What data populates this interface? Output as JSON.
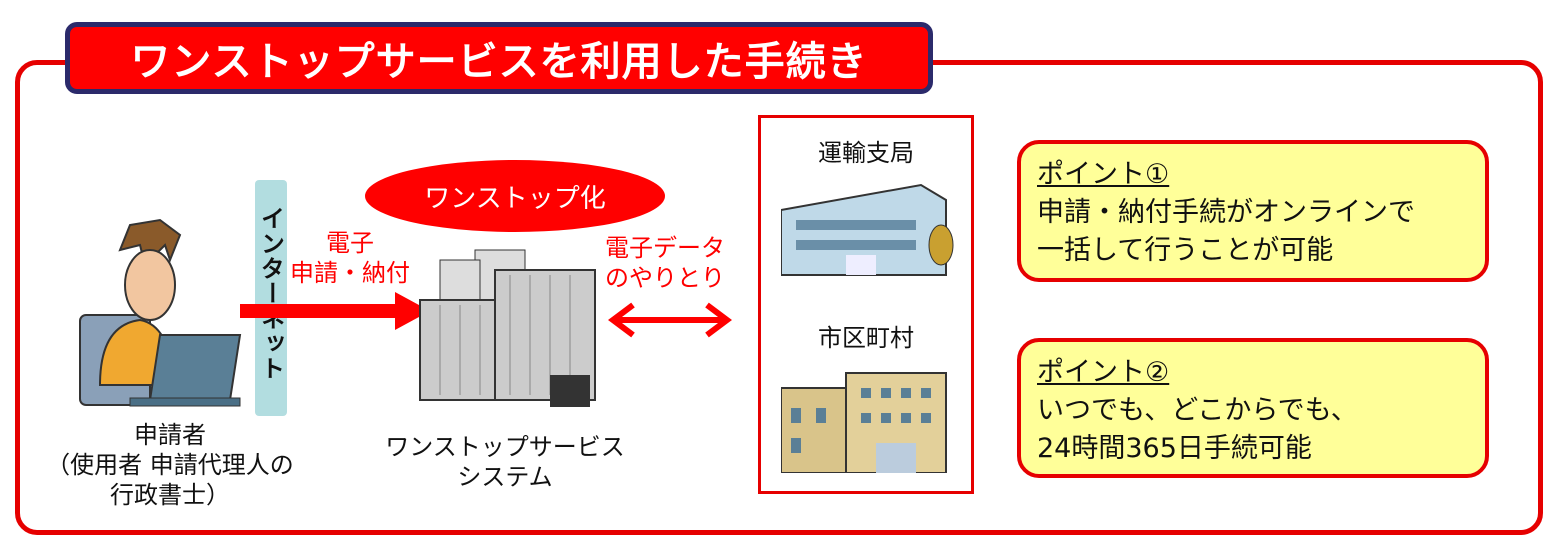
{
  "title": "ワンストップサービスを利用した手続き",
  "internet_label": "インターネット",
  "onestop_label": "ワンストップ化",
  "applicant": {
    "name": "申請者",
    "detail_line1": "（使用者 申請代理人の",
    "detail_line2": "行政書士）"
  },
  "arrow_left_label": {
    "line1": "電子",
    "line2": "申請・納付"
  },
  "arrow_right_label": {
    "line1": "電子データ",
    "line2": "のやりとり"
  },
  "system_label": {
    "line1": "ワンストップサービス",
    "line2": "システム"
  },
  "offices": [
    "運輸支局",
    "市区町村"
  ],
  "points": [
    {
      "heading": "ポイント①",
      "line1": "申請・納付手続がオンラインで",
      "line2": "一括して行うことが可能"
    },
    {
      "heading": "ポイント②",
      "line1": "いつでも、どこからでも、",
      "line2": "24時間365日手続可能"
    }
  ],
  "colors": {
    "accent": "#ff0000",
    "title_border": "#2b2a6b",
    "internet": "#b2dde0",
    "point_bg": "#ffff99"
  }
}
